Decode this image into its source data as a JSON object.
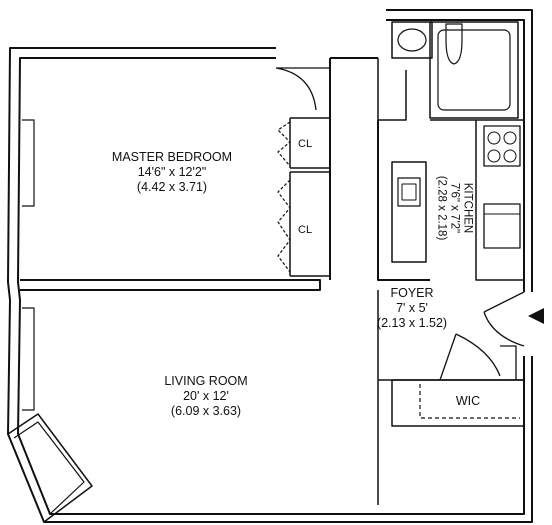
{
  "rooms": {
    "master_bedroom": {
      "name": "MASTER BEDROOM",
      "imperial": "14'6\" x 12'2\"",
      "metric": "(4.42 x 3.71)"
    },
    "living_room": {
      "name": "LIVING ROOM",
      "imperial": "20' x 12'",
      "metric": "(6.09 x 3.63)"
    },
    "kitchen": {
      "name": "KITCHEN",
      "imperial": "7'6\" x 7'2\"",
      "metric": "(2.28 x 2.18)"
    },
    "foyer": {
      "name": "FOYER",
      "imperial": "7' x 5'",
      "metric": "(2.13 x 1.52)"
    },
    "wic": {
      "name": "WIC"
    }
  },
  "closets": [
    "CL",
    "CL"
  ],
  "icons": {
    "entry": "entry-arrow-icon"
  },
  "colors": {
    "wall": "#111111",
    "background": "#ffffff"
  }
}
